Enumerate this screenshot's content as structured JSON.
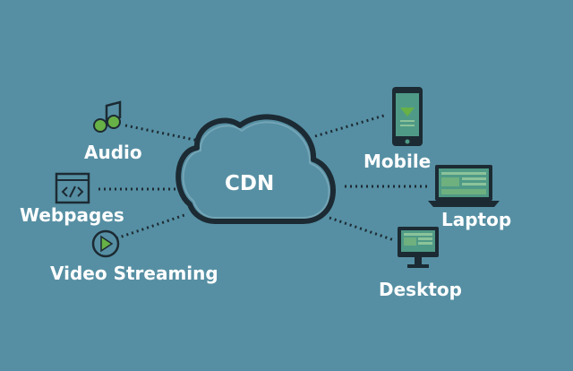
{
  "diagram": {
    "center": {
      "label": "CDN"
    },
    "sources": [
      {
        "label": "Audio",
        "icon": "music-note-icon"
      },
      {
        "label": "Webpages",
        "icon": "code-window-icon"
      },
      {
        "label": "Video Streaming",
        "icon": "play-button-icon"
      }
    ],
    "devices": [
      {
        "label": "Mobile",
        "icon": "mobile-phone-icon"
      },
      {
        "label": "Laptop",
        "icon": "laptop-icon"
      },
      {
        "label": "Desktop",
        "icon": "desktop-monitor-icon"
      }
    ]
  },
  "colors": {
    "background": "#568fa3",
    "line": "#1c2a33",
    "icon_accent": "#67b146",
    "screen": "#4f9a86",
    "text": "#ffffff"
  }
}
